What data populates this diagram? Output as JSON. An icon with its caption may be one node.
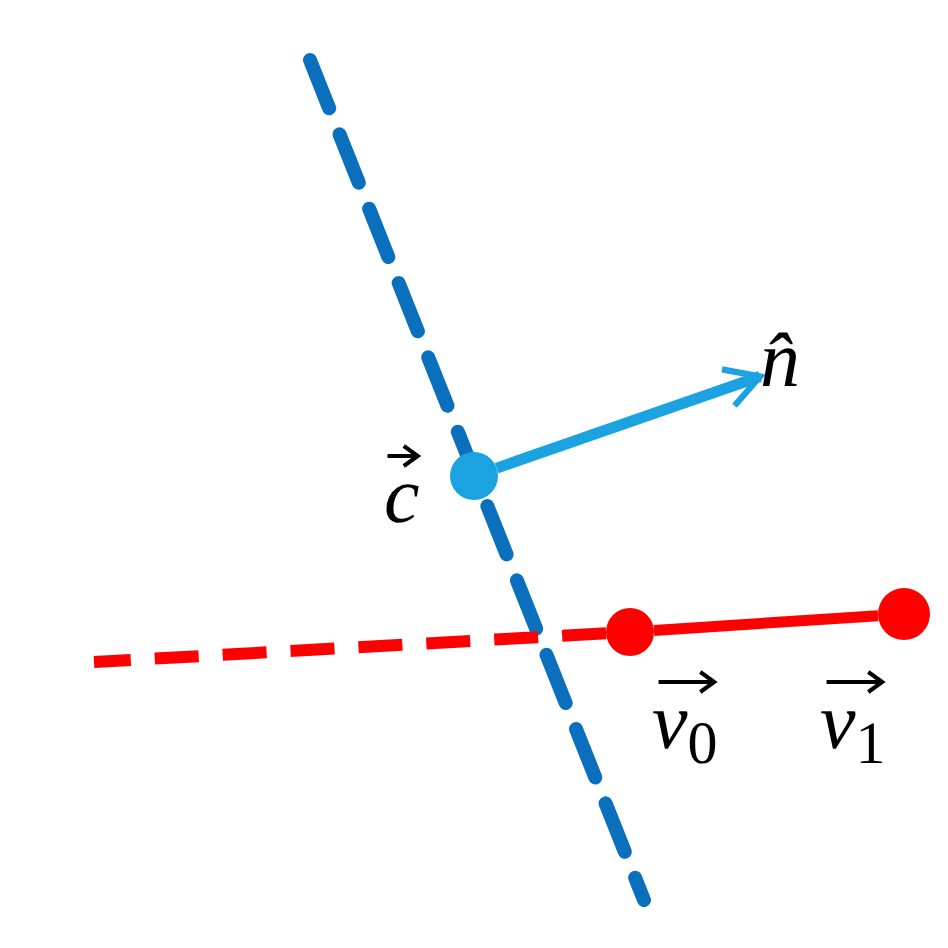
{
  "diagram": {
    "nodes": [
      {
        "text": [],
        "shape": "circle",
        "beside": [
          "c"
        ]
      },
      {
        "text": [
          "n̂"
        ]
      },
      {
        "text": [],
        "shape": "circle",
        "beside": [
          "v$_{0}$"
        ]
      },
      {
        "text": [],
        "shape": "circle",
        "beside": [
          "v$_{1}$"
        ]
      }
    ],
    "edges": [
      {
        "from": 0,
        "to": 1,
        "arrow": "to",
        "color": "#1aa3e0"
      },
      {
        "from": 2,
        "to": 3,
        "arrow": "none"
      },
      {
        "from": 2,
        "to": null,
        "arrow": "none",
        "style": "dashed"
      }
    ]
  }
}
